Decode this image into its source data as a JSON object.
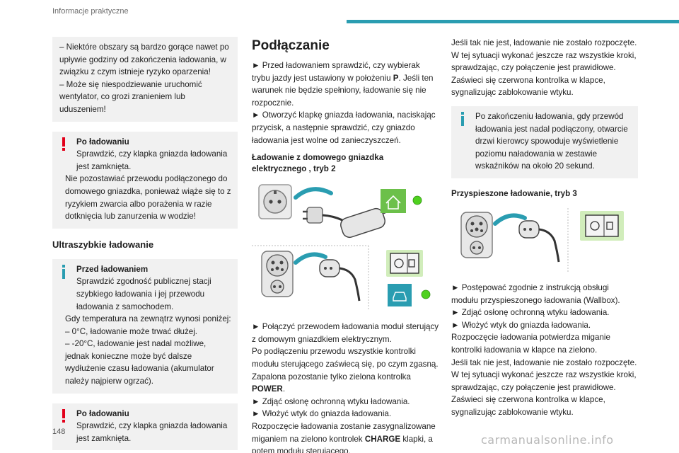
{
  "header": {
    "title": "Informacje praktyczne"
  },
  "page_number": "148",
  "watermark": "carmanualsonline.info",
  "left": {
    "box1": {
      "lines": [
        "–  Niektóre obszary są bardzo gorące nawet po upływie godziny od zakończenia ładowania, w związku z czym istnieje ryzyko oparzenia!",
        "–  Może się niespodziewanie uruchomić wentylator, co grozi zranieniem lub uduszeniem!"
      ]
    },
    "box2": {
      "heading": "Po ładowaniu",
      "text": "Sprawdzić, czy klapka gniazda ładowania jest zamknięta.",
      "text2": "Nie pozostawiać przewodu podłączonego do domowego gniazdka, ponieważ wiąże się to z ryzykiem zwarcia albo porażenia w razie dotknięcia lub zanurzenia w wodzie!"
    },
    "section_title": "Ultraszybkie ładowanie",
    "box3": {
      "heading": "Przed ładowaniem",
      "text": "Sprawdzić zgodność publicznej stacji szybkiego ładowania i jej przewodu ładowania z samochodem.",
      "text2": "Gdy temperatura na zewnątrz wynosi poniżej:",
      "item1": "–  0°C, ładowanie może trwać dłużej.",
      "item2": "–  -20°C, ładowanie jest nadal możliwe, jednak konieczne może być dalsze wydłużenie czasu ładowania (akumulator należy najpierw ogrzać)."
    },
    "box4": {
      "heading": "Po ładowaniu",
      "text": "Sprawdzić, czy klapka gniazda ładowania jest zamknięta."
    }
  },
  "middle": {
    "title": "Podłączanie",
    "p1": "►  Przed ładowaniem sprawdzić, czy wybierak trybu jazdy jest ustawiony w położeniu",
    "p1_bold": "P",
    "p1_end": ". Jeśli ten warunek nie będzie spełniony, ładowanie się nie rozpocznie.",
    "p2": "►  Otworzyć klapkę gniazda ładowania, naciskając przycisk, a następnie sprawdzić, czy gniazdo ładowania jest wolne od zanieczyszczeń.",
    "sub_title": "Ładowanie z domowego gniazdka elektrycznego , tryb 2",
    "p3": "►  Połączyć przewodem ładowania moduł sterujący z domowym gniazdkiem elektrycznym.",
    "p4_a": "Po podłączeniu przewodu wszystkie kontrolki modułu sterującego zaświecą się, po czym zgasną. Zapalona pozostanie tylko zielona kontrolka",
    "p4_bold": "POWER",
    "p4_end": ".",
    "p5": "►  Zdjąć osłonę ochronną wtyku ładowania.",
    "p6": "►  Włożyć wtyk do gniazda ładowania.",
    "p7_a": "Rozpoczęcie ładowania zostanie zasygnalizowane miganiem na zielono kontrolek",
    "p7_bold": "CHARGE",
    "p7_end": "klapki, a potem modułu sterującego."
  },
  "right": {
    "p1": "Jeśli tak nie jest, ładowanie nie zostało rozpoczęte.",
    "p2": "W tej sytuacji wykonać jeszcze raz wszystkie kroki, sprawdzając, czy połączenie jest prawidłowe.",
    "p3": "Zaświeci się czerwona kontrolka w klapce, sygnalizując zablokowanie wtyku.",
    "info_text": "Po zakończeniu ładowania, gdy przewód ładowania jest nadal podłączony, otwarcie drzwi kierowcy spowoduje wyświetlenie poziomu naładowania w zestawie wskaźników na około 20 sekund.",
    "sub_title": "Przyspieszone ładowanie, tryb 3",
    "p4": "►  Postępować zgodnie z instrukcją obsługi modułu przyspieszonego ładowania (Wallbox).",
    "p5": "►  Zdjąć osłonę ochronną wtyku ładowania.",
    "p6": "►  Włożyć wtyk do gniazda ładowania.",
    "p7": "Rozpoczęcie ładowania potwierdza miganie kontrolki ładowania w klapce na zielono.",
    "p8": "Jeśli tak nie jest, ładowanie nie zostało rozpoczęte.",
    "p9": "W tej sytuacji wykonać jeszcze raz wszystkie kroki, sprawdzając, czy połączenie jest prawidłowe.",
    "p10": "Zaświeci się czerwona kontrolka w klapce, sygnalizując zablokowanie wtyku."
  },
  "colors": {
    "accent": "#2a9db1",
    "warning": "#e2001a",
    "green_square": "#6cc04a",
    "green_led": "#4fd11f",
    "box_bg": "#f1f1f1"
  }
}
